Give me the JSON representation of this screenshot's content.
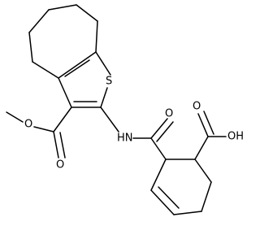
{
  "structure": {
    "atom_labels": {
      "sulfur": "S",
      "amide_nitrogen": "HN",
      "amide_oxygen": "O",
      "acid_oxygen": "O",
      "acid_hydroxyl": "OH",
      "ester_carbonyl_oxygen": "O",
      "ester_ether_oxygen": "O"
    },
    "colors": {
      "bond": "#000000",
      "label": "#000000",
      "background": "#ffffff"
    }
  }
}
